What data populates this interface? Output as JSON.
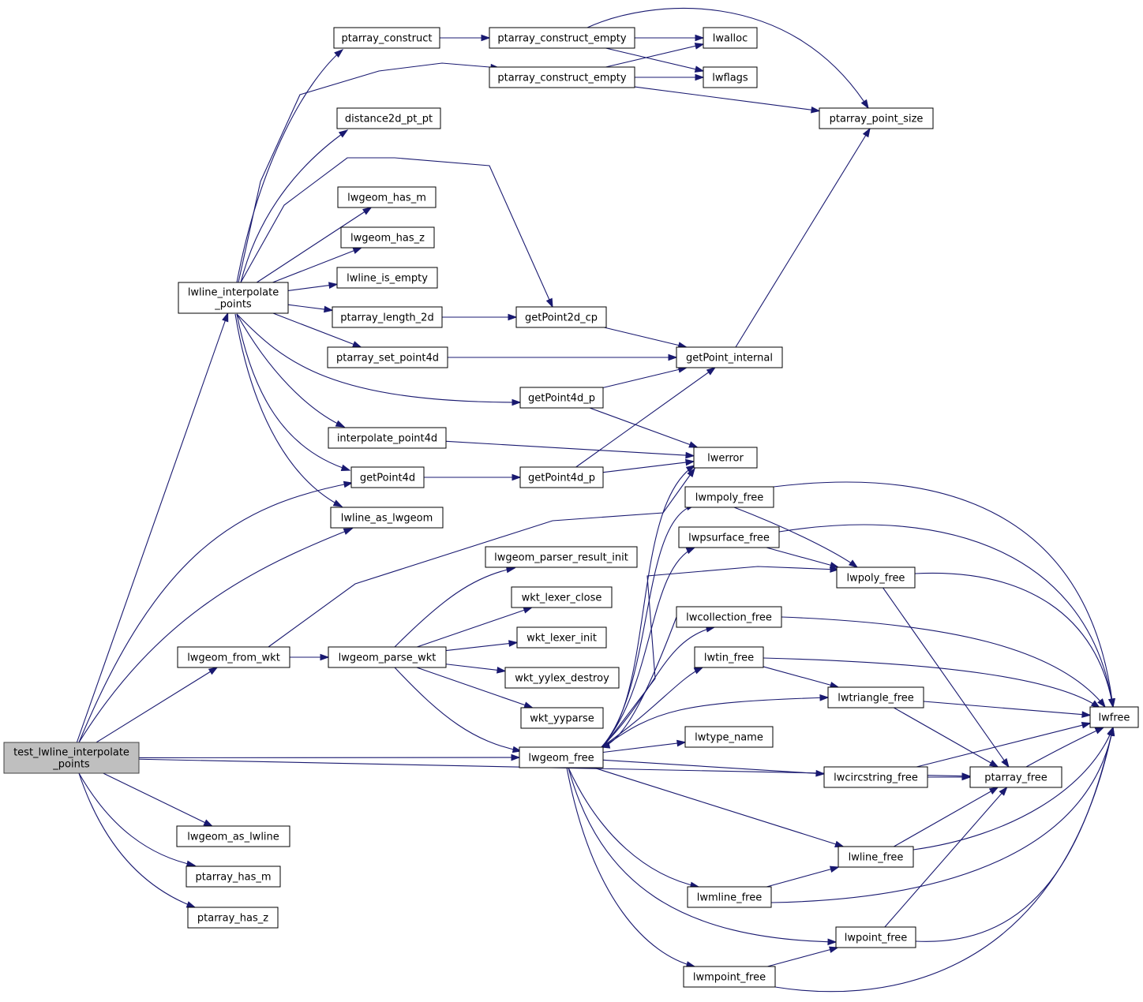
{
  "diagram": {
    "type": "call-graph",
    "colors": {
      "edge": "#191970",
      "root_fill": "#bfbfbf",
      "node_fill": "#ffffff",
      "border": "#000000"
    },
    "nodes": [
      {
        "id": "test_lwline_interpolate_points",
        "lines": [
          "test_lwline_interpolate",
          "_points"
        ],
        "root": true
      },
      {
        "id": "lwline_interpolate_points",
        "lines": [
          "lwline_interpolate",
          "_points"
        ]
      },
      {
        "id": "lwgeom_from_wkt",
        "lines": [
          "lwgeom_from_wkt"
        ]
      },
      {
        "id": "lwgeom_as_lwline",
        "lines": [
          "lwgeom_as_lwline"
        ]
      },
      {
        "id": "ptarray_has_m",
        "lines": [
          "ptarray_has_m"
        ]
      },
      {
        "id": "ptarray_has_z",
        "lines": [
          "ptarray_has_z"
        ]
      },
      {
        "id": "ptarray_construct",
        "lines": [
          "ptarray_construct"
        ]
      },
      {
        "id": "distance2d_pt_pt",
        "lines": [
          "distance2d_pt_pt"
        ]
      },
      {
        "id": "lwgeom_has_m",
        "lines": [
          "lwgeom_has_m"
        ]
      },
      {
        "id": "lwgeom_has_z",
        "lines": [
          "lwgeom_has_z"
        ]
      },
      {
        "id": "lwline_is_empty",
        "lines": [
          "lwline_is_empty"
        ]
      },
      {
        "id": "ptarray_length_2d",
        "lines": [
          "ptarray_length_2d"
        ]
      },
      {
        "id": "ptarray_set_point4d",
        "lines": [
          "ptarray_set_point4d"
        ]
      },
      {
        "id": "interpolate_point4d",
        "lines": [
          "interpolate_point4d"
        ]
      },
      {
        "id": "getPoint4d",
        "lines": [
          "getPoint4d"
        ]
      },
      {
        "id": "lwline_as_lwgeom",
        "lines": [
          "lwline_as_lwgeom"
        ]
      },
      {
        "id": "lwgeom_parse_wkt",
        "lines": [
          "lwgeom_parse_wkt"
        ]
      },
      {
        "id": "ptarray_construct_empty_1",
        "lines": [
          "ptarray_construct_empty"
        ]
      },
      {
        "id": "ptarray_construct_empty_2",
        "lines": [
          "ptarray_construct_empty"
        ]
      },
      {
        "id": "getPoint2d_cp",
        "lines": [
          "getPoint2d_cp"
        ]
      },
      {
        "id": "getPoint4d_p_1",
        "lines": [
          "getPoint4d_p"
        ]
      },
      {
        "id": "getPoint4d_p_2",
        "lines": [
          "getPoint4d_p"
        ]
      },
      {
        "id": "lwgeom_parser_result_init",
        "lines": [
          "lwgeom_parser_result_init"
        ]
      },
      {
        "id": "wkt_lexer_close",
        "lines": [
          "wkt_lexer_close"
        ]
      },
      {
        "id": "wkt_lexer_init",
        "lines": [
          "wkt_lexer_init"
        ]
      },
      {
        "id": "wkt_yylex_destroy",
        "lines": [
          "wkt_yylex_destroy"
        ]
      },
      {
        "id": "wkt_yyparse",
        "lines": [
          "wkt_yyparse"
        ]
      },
      {
        "id": "lwgeom_free",
        "lines": [
          "lwgeom_free"
        ]
      },
      {
        "id": "lwalloc",
        "lines": [
          "lwalloc"
        ]
      },
      {
        "id": "lwflags",
        "lines": [
          "lwflags"
        ]
      },
      {
        "id": "getPoint_internal",
        "lines": [
          "getPoint_internal"
        ]
      },
      {
        "id": "lwerror",
        "lines": [
          "lwerror"
        ]
      },
      {
        "id": "lwmpoly_free",
        "lines": [
          "lwmpoly_free"
        ]
      },
      {
        "id": "lwpsurface_free",
        "lines": [
          "lwpsurface_free"
        ]
      },
      {
        "id": "lwcollection_free",
        "lines": [
          "lwcollection_free"
        ]
      },
      {
        "id": "lwtin_free",
        "lines": [
          "lwtin_free"
        ]
      },
      {
        "id": "lwtype_name",
        "lines": [
          "lwtype_name"
        ]
      },
      {
        "id": "lwmline_free",
        "lines": [
          "lwmline_free"
        ]
      },
      {
        "id": "lwmpoint_free",
        "lines": [
          "lwmpoint_free"
        ]
      },
      {
        "id": "ptarray_point_size",
        "lines": [
          "ptarray_point_size"
        ]
      },
      {
        "id": "lwpoly_free",
        "lines": [
          "lwpoly_free"
        ]
      },
      {
        "id": "lwtriangle_free",
        "lines": [
          "lwtriangle_free"
        ]
      },
      {
        "id": "lwcircstring_free",
        "lines": [
          "lwcircstring_free"
        ]
      },
      {
        "id": "lwline_free",
        "lines": [
          "lwline_free"
        ]
      },
      {
        "id": "lwpoint_free",
        "lines": [
          "lwpoint_free"
        ]
      },
      {
        "id": "ptarray_free",
        "lines": [
          "ptarray_free"
        ]
      },
      {
        "id": "lwfree",
        "lines": [
          "lwfree"
        ]
      }
    ],
    "edges": [
      {
        "from": "test_lwline_interpolate_points",
        "to": "lwline_interpolate_points"
      },
      {
        "from": "test_lwline_interpolate_points",
        "to": "getPoint4d"
      },
      {
        "from": "test_lwline_interpolate_points",
        "to": "lwline_as_lwgeom"
      },
      {
        "from": "test_lwline_interpolate_points",
        "to": "lwgeom_from_wkt"
      },
      {
        "from": "test_lwline_interpolate_points",
        "to": "lwgeom_free"
      },
      {
        "from": "test_lwline_interpolate_points",
        "to": "ptarray_free"
      },
      {
        "from": "test_lwline_interpolate_points",
        "to": "lwgeom_as_lwline"
      },
      {
        "from": "test_lwline_interpolate_points",
        "to": "ptarray_has_m"
      },
      {
        "from": "test_lwline_interpolate_points",
        "to": "ptarray_has_z"
      },
      {
        "from": "lwline_interpolate_points",
        "to": "ptarray_construct"
      },
      {
        "from": "lwline_interpolate_points",
        "to": "ptarray_construct_empty_2"
      },
      {
        "from": "lwline_interpolate_points",
        "to": "distance2d_pt_pt"
      },
      {
        "from": "lwline_interpolate_points",
        "to": "getPoint2d_cp"
      },
      {
        "from": "lwline_interpolate_points",
        "to": "lwgeom_has_m"
      },
      {
        "from": "lwline_interpolate_points",
        "to": "lwgeom_has_z"
      },
      {
        "from": "lwline_interpolate_points",
        "to": "lwline_is_empty"
      },
      {
        "from": "lwline_interpolate_points",
        "to": "ptarray_length_2d"
      },
      {
        "from": "lwline_interpolate_points",
        "to": "ptarray_set_point4d"
      },
      {
        "from": "lwline_interpolate_points",
        "to": "getPoint4d_p_1"
      },
      {
        "from": "lwline_interpolate_points",
        "to": "interpolate_point4d"
      },
      {
        "from": "lwline_interpolate_points",
        "to": "getPoint4d"
      },
      {
        "from": "lwline_interpolate_points",
        "to": "lwline_as_lwgeom"
      },
      {
        "from": "ptarray_construct",
        "to": "ptarray_construct_empty_1"
      },
      {
        "from": "ptarray_construct_empty_1",
        "to": "lwalloc"
      },
      {
        "from": "ptarray_construct_empty_1",
        "to": "lwflags"
      },
      {
        "from": "ptarray_construct_empty_1",
        "to": "ptarray_point_size"
      },
      {
        "from": "ptarray_construct_empty_2",
        "to": "lwalloc"
      },
      {
        "from": "ptarray_construct_empty_2",
        "to": "lwflags"
      },
      {
        "from": "ptarray_construct_empty_2",
        "to": "ptarray_point_size"
      },
      {
        "from": "ptarray_length_2d",
        "to": "getPoint2d_cp"
      },
      {
        "from": "getPoint2d_cp",
        "to": "getPoint_internal"
      },
      {
        "from": "ptarray_set_point4d",
        "to": "getPoint_internal"
      },
      {
        "from": "getPoint4d_p_1",
        "to": "getPoint_internal"
      },
      {
        "from": "getPoint4d_p_1",
        "to": "lwerror"
      },
      {
        "from": "getPoint_internal",
        "to": "ptarray_point_size"
      },
      {
        "from": "interpolate_point4d",
        "to": "lwerror"
      },
      {
        "from": "getPoint4d",
        "to": "getPoint4d_p_2"
      },
      {
        "from": "getPoint4d_p_2",
        "to": "getPoint_internal"
      },
      {
        "from": "getPoint4d_p_2",
        "to": "lwerror"
      },
      {
        "from": "lwgeom_from_wkt",
        "to": "lwerror"
      },
      {
        "from": "lwgeom_from_wkt",
        "to": "lwgeom_parse_wkt"
      },
      {
        "from": "lwgeom_parse_wkt",
        "to": "lwgeom_parser_result_init"
      },
      {
        "from": "lwgeom_parse_wkt",
        "to": "wkt_lexer_close"
      },
      {
        "from": "lwgeom_parse_wkt",
        "to": "wkt_lexer_init"
      },
      {
        "from": "lwgeom_parse_wkt",
        "to": "wkt_yylex_destroy"
      },
      {
        "from": "lwgeom_parse_wkt",
        "to": "wkt_yyparse"
      },
      {
        "from": "lwgeom_parse_wkt",
        "to": "lwgeom_free"
      },
      {
        "from": "lwgeom_free",
        "to": "lwmpoly_free"
      },
      {
        "from": "lwgeom_free",
        "to": "lwpsurface_free"
      },
      {
        "from": "lwgeom_free",
        "to": "lwpoly_free"
      },
      {
        "from": "lwgeom_free",
        "to": "lwcollection_free"
      },
      {
        "from": "lwgeom_free",
        "to": "lwtin_free"
      },
      {
        "from": "lwgeom_free",
        "to": "lwtriangle_free"
      },
      {
        "from": "lwgeom_free",
        "to": "lwtype_name"
      },
      {
        "from": "lwgeom_free",
        "to": "lwcircstring_free"
      },
      {
        "from": "lwgeom_free",
        "to": "lwline_free"
      },
      {
        "from": "lwgeom_free",
        "to": "lwmline_free"
      },
      {
        "from": "lwgeom_free",
        "to": "lwpoint_free"
      },
      {
        "from": "lwgeom_free",
        "to": "lwmpoint_free"
      },
      {
        "from": "lwgeom_free",
        "to": "lwerror"
      },
      {
        "from": "lwmpoly_free",
        "to": "lwpoly_free"
      },
      {
        "from": "lwmpoly_free",
        "to": "lwfree"
      },
      {
        "from": "lwpsurface_free",
        "to": "lwpoly_free"
      },
      {
        "from": "lwpsurface_free",
        "to": "lwfree"
      },
      {
        "from": "lwpoly_free",
        "to": "ptarray_free"
      },
      {
        "from": "lwpoly_free",
        "to": "lwfree"
      },
      {
        "from": "lwcollection_free",
        "to": "lwgeom_free"
      },
      {
        "from": "lwcollection_free",
        "to": "lwfree"
      },
      {
        "from": "lwtin_free",
        "to": "lwtriangle_free"
      },
      {
        "from": "lwtin_free",
        "to": "lwfree"
      },
      {
        "from": "lwtriangle_free",
        "to": "ptarray_free"
      },
      {
        "from": "lwtriangle_free",
        "to": "lwfree"
      },
      {
        "from": "lwcircstring_free",
        "to": "ptarray_free"
      },
      {
        "from": "lwcircstring_free",
        "to": "lwfree"
      },
      {
        "from": "lwline_free",
        "to": "ptarray_free"
      },
      {
        "from": "lwline_free",
        "to": "lwfree"
      },
      {
        "from": "lwmline_free",
        "to": "lwline_free"
      },
      {
        "from": "lwmline_free",
        "to": "lwfree"
      },
      {
        "from": "lwpoint_free",
        "to": "ptarray_free"
      },
      {
        "from": "lwpoint_free",
        "to": "lwfree"
      },
      {
        "from": "lwmpoint_free",
        "to": "lwpoint_free"
      },
      {
        "from": "lwmpoint_free",
        "to": "lwfree"
      },
      {
        "from": "ptarray_free",
        "to": "lwfree"
      }
    ]
  }
}
